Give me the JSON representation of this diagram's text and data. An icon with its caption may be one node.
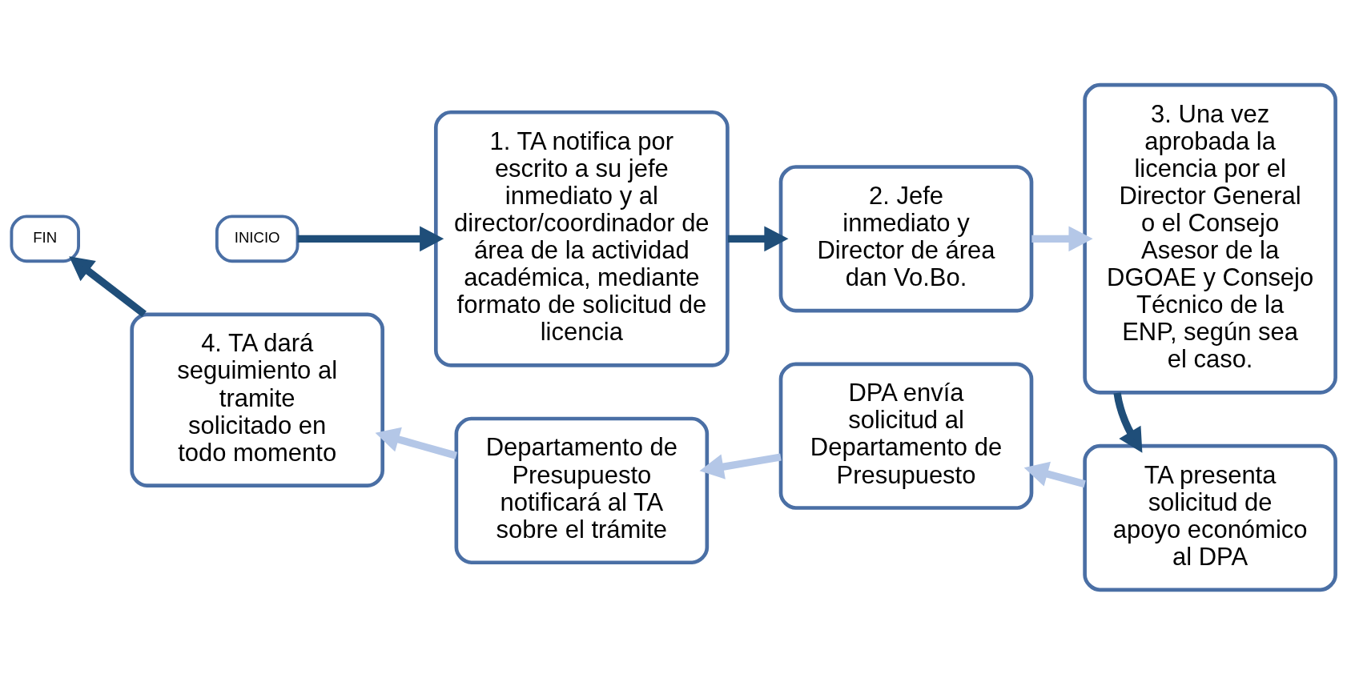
{
  "diagram": {
    "nodes": [
      {
        "text": [
          "INICIO"
        ]
      },
      {
        "text": [
          "1. TA notifica por escrito a su jefe inmediato y al director/coordinador de área de la actividad académica, mediante formato de solicitud de licencia"
        ]
      },
      {
        "text": [
          "2. Jefe inmediato y Director de área dan Vo.Bo."
        ]
      },
      {
        "text": [
          "3. Una vez aprobada la licencia por el Director General o el Consejo Asesor de la DGOAE y Consejo Técnico de la ENP, según sea el caso."
        ]
      },
      {
        "text": [
          "TA presenta solicitud de apoyo económico al DPA"
        ]
      },
      {
        "text": [
          "DPA envía solicitud al Departamento de Presupuesto"
        ]
      },
      {
        "text": [
          "Departamento de Presupuesto notificará al TA sobre el trámite"
        ]
      },
      {
        "text": [
          "4. TA dará seguimiento al tramite solicitado en todo momento"
        ]
      },
      {
        "text": [
          "FIN"
        ]
      }
    ],
    "edges": [
      {
        "from": 0,
        "to": 1,
        "arrow": "to"
      },
      {
        "from": 1,
        "to": 2,
        "arrow": "to"
      },
      {
        "from": 2,
        "to": 3,
        "arrow": "to",
        "color": "#b4c7e7"
      },
      {
        "from": 3,
        "to": 4,
        "arrow": "to"
      },
      {
        "from": 4,
        "to": 5,
        "arrow": "to",
        "color": "#b4c7e7"
      },
      {
        "from": 5,
        "to": 6,
        "arrow": "to",
        "color": "#b4c7e7"
      },
      {
        "from": 6,
        "to": 7,
        "arrow": "to",
        "color": "#b4c7e7"
      },
      {
        "from": 7,
        "to": 8,
        "arrow": "to"
      }
    ]
  }
}
